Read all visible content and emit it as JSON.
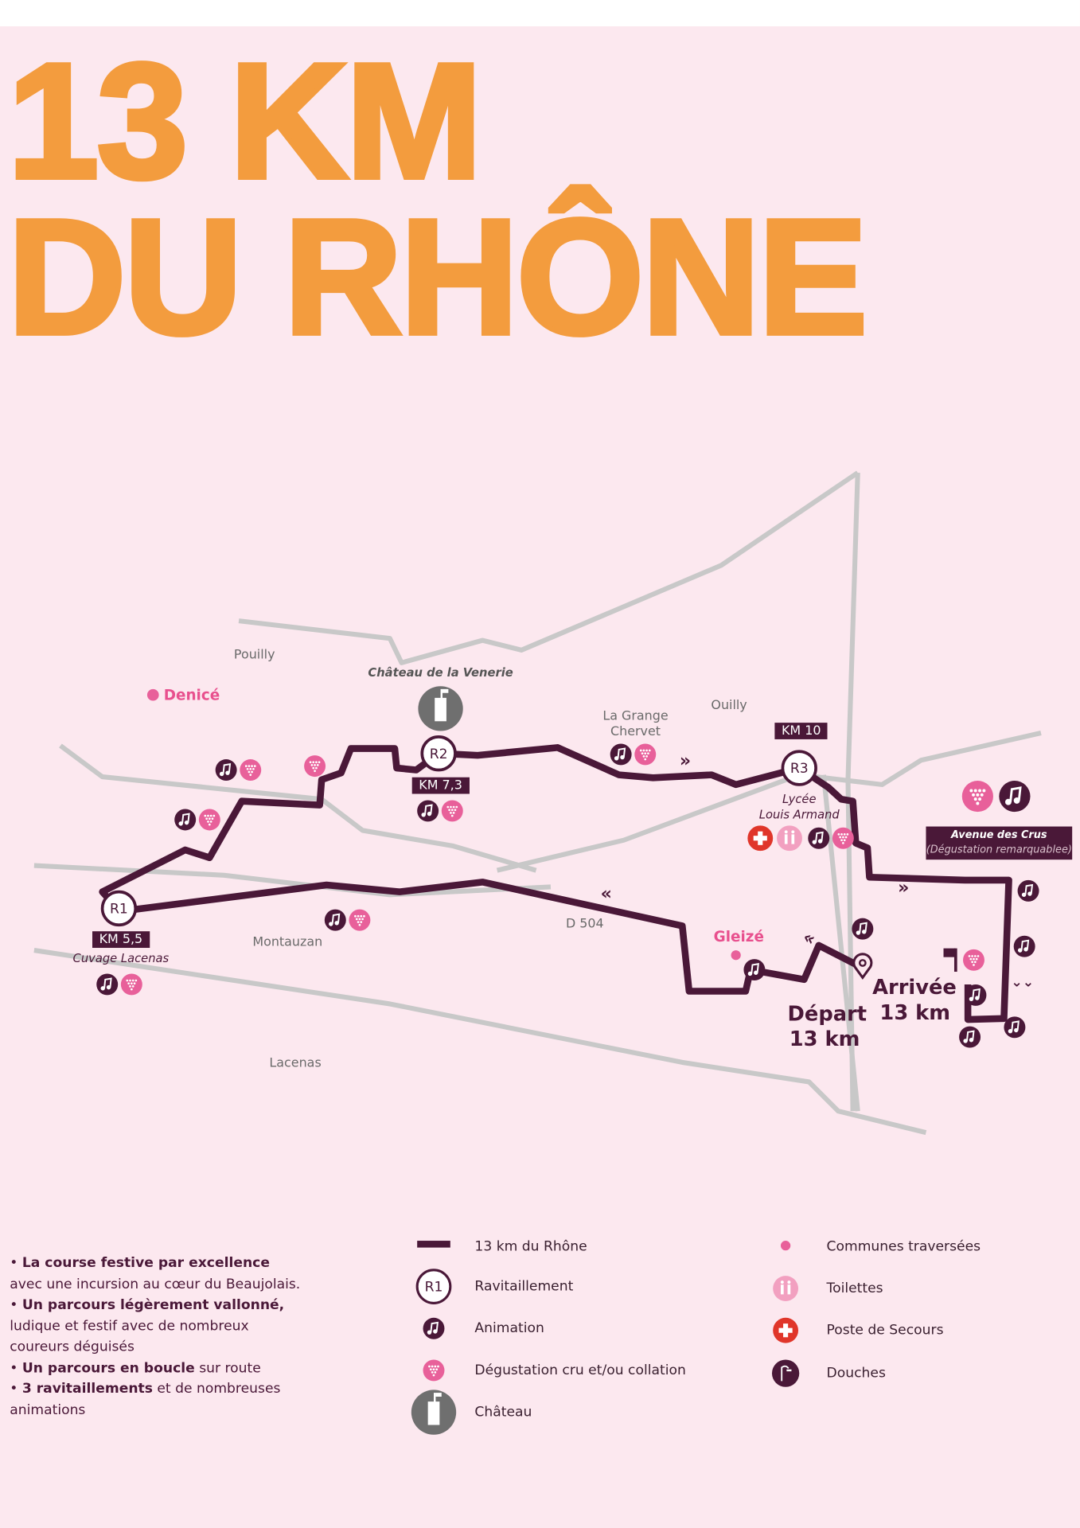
{
  "title": {
    "line1": "13 KM",
    "line2": "DU RHÔNE"
  },
  "map": {
    "places": {
      "pouilly": "Pouilly",
      "denice": "Denicé",
      "chateau_venerie": "Château de la Venerie",
      "grange_line1": "La Grange",
      "grange_line2": "Chervet",
      "ouilly": "Ouilly",
      "montauzan": "Montauzan",
      "d504": "D 504",
      "gleize": "Gleizé",
      "lacenas": "Lacenas",
      "cuvage": "Cuvage Lacenas",
      "lycee_line1": "Lycée",
      "lycee_line2": "Louis Armand"
    },
    "refreshments": [
      {
        "id": "R1",
        "km": "KM 5,5"
      },
      {
        "id": "R2",
        "km": "KM 7,3"
      },
      {
        "id": "R3",
        "km": "KM 10"
      }
    ],
    "avenue": {
      "title": "Avenue des Crus",
      "subtitle": "(Dégustation remarquablee)"
    },
    "start": {
      "line1": "Départ",
      "line2": "13 km"
    },
    "finish": {
      "line1": "Arrivée",
      "line2": "13 km"
    },
    "direction_marks": {
      "forward": "»",
      "back": "«",
      "down": "⌄⌄"
    }
  },
  "notes": [
    {
      "bold": "La course festive par excellence",
      "text": " avec une incursion au cœur du Beaujolais."
    },
    {
      "bold": "Un parcours légèrement vallonné,",
      "text": " ludique et festif avec de nombreux coureurs déguisés"
    },
    {
      "bold": "Un parcours en boucle",
      "text": " sur route"
    },
    {
      "bold": "3 ravitaillements",
      "text": " et de nombreuses animations"
    }
  ],
  "legend": {
    "route": "13 km du Rhône",
    "ravitaillement": "Ravitaillement",
    "ravitaillement_sample": "R1",
    "animation": "Animation",
    "degustation": "Dégustation cru et/ou collation",
    "chateau": "Château",
    "communes": "Communes traversées",
    "toilettes": "Toilettes",
    "secours": "Poste de Secours",
    "douches": "Douches"
  },
  "colors": {
    "title": "#f39c3e",
    "route": "#4a1838",
    "grape": "#e8609a",
    "road": "#c8c8c8",
    "cross": "#e0362a",
    "background": "#fce8ef"
  }
}
